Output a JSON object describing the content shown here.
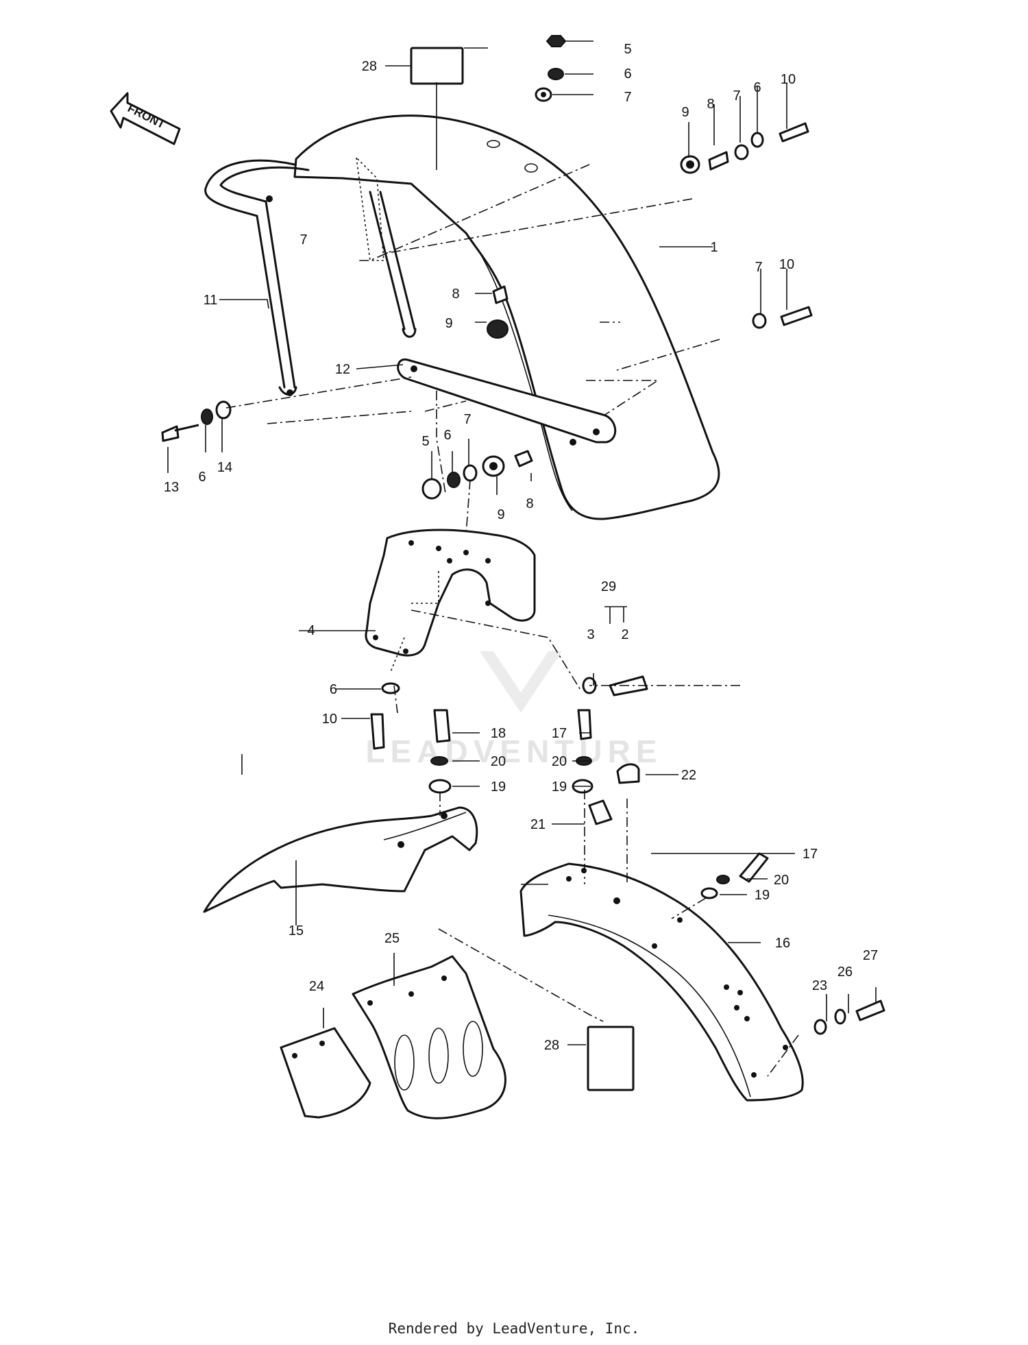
{
  "front_label": "FRONT",
  "watermark": "LEADVENTURE",
  "footer": "Rendered by LeadVenture, Inc.",
  "callouts": {
    "c1": "1",
    "c2": "2",
    "c3": "3",
    "c4": "4",
    "c5a": "5",
    "c5b": "5",
    "c6a": "6",
    "c6b": "6",
    "c6c": "6",
    "c6d": "6",
    "c6e": "6",
    "c7a": "7",
    "c7b": "7",
    "c7c": "7",
    "c7d": "7",
    "c7e": "7",
    "c8a": "8",
    "c8b": "8",
    "c8c": "8",
    "c9a": "9",
    "c9b": "9",
    "c9c": "9",
    "c10a": "10",
    "c10b": "10",
    "c10c": "10",
    "c11": "11",
    "c12": "12",
    "c13": "13",
    "c14": "14",
    "c15": "15",
    "c16": "16",
    "c17a": "17",
    "c17b": "17",
    "c18": "18",
    "c19a": "19",
    "c19b": "19",
    "c19c": "19",
    "c20a": "20",
    "c20b": "20",
    "c20c": "20",
    "c21": "21",
    "c22": "22",
    "c23": "23",
    "c24": "24",
    "c25": "25",
    "c26": "26",
    "c27": "27",
    "c28a": "28",
    "c28b": "28",
    "c29": "29"
  }
}
